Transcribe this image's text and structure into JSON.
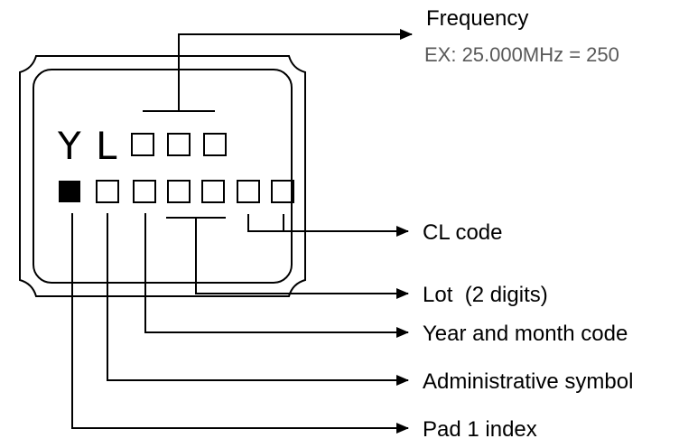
{
  "marking": {
    "line1_prefix": [
      "Y",
      "L"
    ],
    "line1_code_boxes": 3,
    "line2_pad_marker": "filled-square",
    "line2_code_boxes": 6
  },
  "labels": {
    "frequency": "Frequency",
    "frequency_example": "EX: 25.000MHz = 250",
    "cl_code": "CL code",
    "lot": "Lot  (2 digits)",
    "year_month": "Year and month code",
    "admin_symbol": "Administrative symbol",
    "pad1": "Pad 1 index"
  },
  "colors": {
    "ink": "#000000",
    "example_text": "#595959",
    "background": "#ffffff"
  }
}
